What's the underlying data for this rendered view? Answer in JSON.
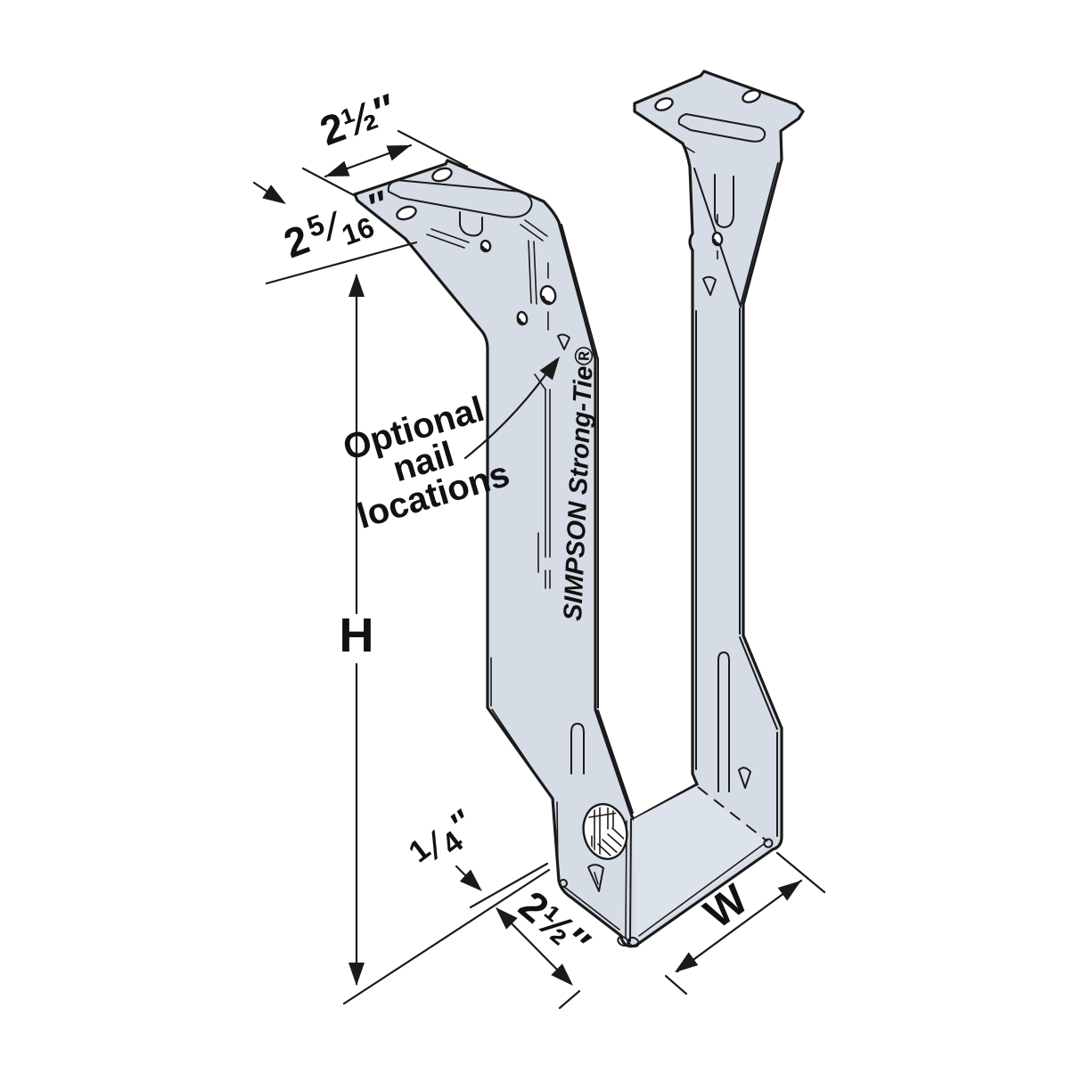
{
  "figure": {
    "type": "technical-line-drawing",
    "subject": "top-flange joist hanger, isometric view",
    "brand_stamp": "SIMPSON Strong-Tie®"
  },
  "colors": {
    "metal": "#d6dce5",
    "metal_inner": "#dde3eb",
    "line": "#1a1a1a",
    "background": "#ffffff"
  },
  "dimensions": {
    "top_flange_width": "2½″",
    "flange_depth": {
      "whole": "2",
      "numerator": "5",
      "slash": "⁄",
      "denominator": "16",
      "unit": "″"
    },
    "height": "H",
    "seat_offset": {
      "numerator": "1",
      "slash": "⁄",
      "denominator": "4",
      "unit": "″"
    },
    "seat_depth": "2½″",
    "width": "W"
  },
  "note": {
    "lines": [
      "Optional",
      "nail",
      "locations"
    ]
  }
}
